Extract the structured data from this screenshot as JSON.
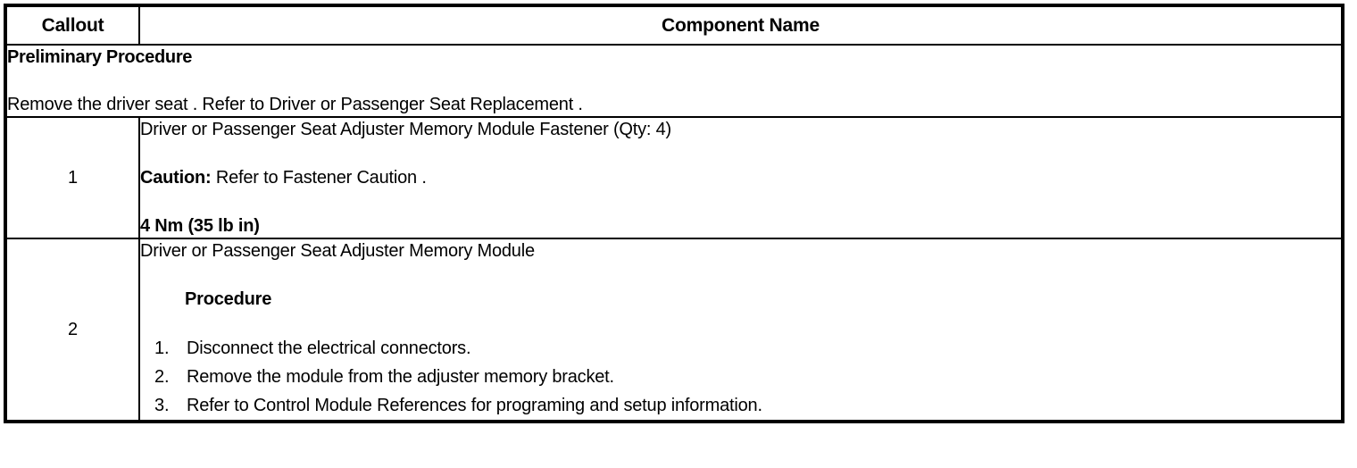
{
  "table": {
    "headers": {
      "callout": "Callout",
      "component": "Component Name"
    },
    "preliminary": {
      "title": "Preliminary Procedure",
      "text": "Remove the driver seat . Refer to Driver or Passenger Seat Replacement ."
    },
    "rows": [
      {
        "callout": "1",
        "name": "Driver or Passenger Seat Adjuster Memory Module Fastener (Qty: 4)",
        "caution_label": "Caution:",
        "caution_text": " Refer to Fastener Caution .",
        "torque": "4 Nm (35 lb in)"
      },
      {
        "callout": "2",
        "name": "Driver or Passenger Seat Adjuster Memory Module",
        "procedure_heading": "Procedure",
        "steps": [
          "Disconnect the electrical connectors.",
          "Remove the module from the adjuster memory bracket.",
          "Refer to Control Module References for programing and setup information."
        ]
      }
    ]
  },
  "colors": {
    "border": "#000000",
    "text": "#000000",
    "background": "#ffffff"
  }
}
